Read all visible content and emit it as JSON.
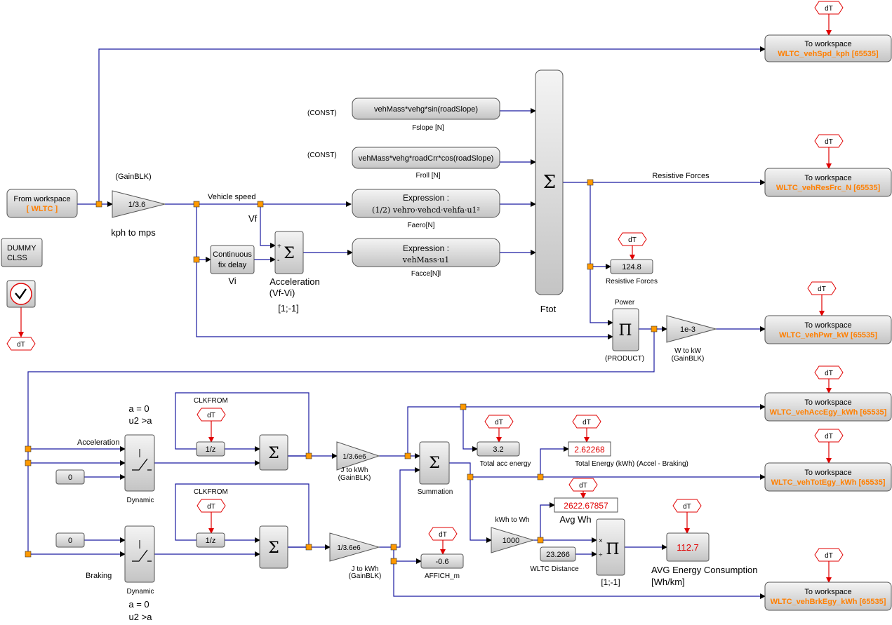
{
  "blocks": {
    "from_ws_title": "From workspace",
    "from_ws_var": "[ WLTC ]",
    "gain_label_top": "(GainBLK)",
    "gain_value": "1/3.6",
    "gain_name": "kph to mps",
    "dummy1": "DUMMY",
    "dummy2": "CLSS",
    "vehicle_speed": "Vehicle speed",
    "vf": "Vf",
    "vi": "Vi",
    "delay1": "Continuous",
    "delay2": "fix delay",
    "accel1": "Acceleration",
    "accel2": "(Vf-Vi)",
    "accel_gain": "[1;-1]",
    "const1": "(CONST)",
    "const2": "(CONST)",
    "fslope_expr": "vehMass*vehg*sin(roadSlope)",
    "fslope": "Fslope [N]",
    "froll_expr": "vehMass*vehg*roadCrr*cos(roadSlope)",
    "froll": "Froll [N]",
    "expr_title1": "Expression :",
    "faero_expr": "(1/2) vehro·vehcd·vehfa·u1²",
    "faero": "Faero[N]",
    "expr_title2": "Expression :",
    "facce_expr": "vehMass·u1",
    "facce": "Facce[N]l",
    "ftot": "Ftot",
    "sigma": "Σ",
    "pi": "Π",
    "resistive_forces": "Resistive Forces",
    "resistive_forces2": "Resistive Forces",
    "resistive_value": "124.8",
    "power": "Power",
    "product": "(PRODUCT)",
    "w_to_kw_gain": "1e-3",
    "w_to_kw1": "W to kW",
    "w_to_kw2": "(GainBLK)",
    "acceleration": "Acceleration",
    "braking": "Braking",
    "clkfrom1": "CLKFROM",
    "clkfrom2": "CLKFROM",
    "z1": "1/z",
    "z2": "1/z",
    "zero1": "0",
    "zero2": "0",
    "dynamic1": "Dynamic",
    "dynamic2": "Dynamic",
    "cond1a": "a = 0",
    "cond1b": "u2 >a",
    "cond2a": "a = 0",
    "cond2b": "u2 >a",
    "j_to_kwh_gain1": "1/3.6e6",
    "j_to_kwh1a": "J to kWh",
    "j_to_kwh1b": "(GainBLK)",
    "j_to_kwh_gain2": "1/3.6e6",
    "j_to_kwh2a": "J to kWh",
    "j_to_kwh2b": "(GainBLK)",
    "summation": "Summation",
    "total_acc_value": "3.2",
    "total_acc": "Total acc energy",
    "total_energy_value": "2.62268",
    "total_energy": "Total Energy (kWh) (Accel - Braking)",
    "affich_value": "-0.6",
    "affich": "AFFICH_m",
    "kwh_to_wh": "kWh to Wh",
    "kwh_gain": "1000",
    "avg_wh_value": "2622.67857",
    "avg_wh": "Avg Wh",
    "wltc_dist_value": "23.266",
    "wltc_dist": "WLTC Distance",
    "div_gain": "[1;-1]",
    "avg_ec_value": "112.7",
    "avg_ec1": "AVG Energy Consumption",
    "avg_ec2": "[Wh/km]",
    "dt": "dT",
    "times": "×",
    "divide": "÷",
    "plus": "+",
    "minus": "-"
  },
  "to_workspace": {
    "title": "To workspace",
    "spd": "WLTC_vehSpd_kph [65535]",
    "res": "WLTC_vehResFrc_N [65535]",
    "pwr": "WLTC_vehPwr_kW [65535]",
    "acc": "WLTC_vehAccEgy_kWh [65535]",
    "tot": "WLTC_vehTotEgy_kWh [65535]",
    "brk": "WLTC_vehBrkEgy_kWh [65535]"
  },
  "colors": {
    "wire": "#1a1aa0",
    "event": "#e00000",
    "variable": "#ff7f00",
    "split": "#ff9900"
  }
}
